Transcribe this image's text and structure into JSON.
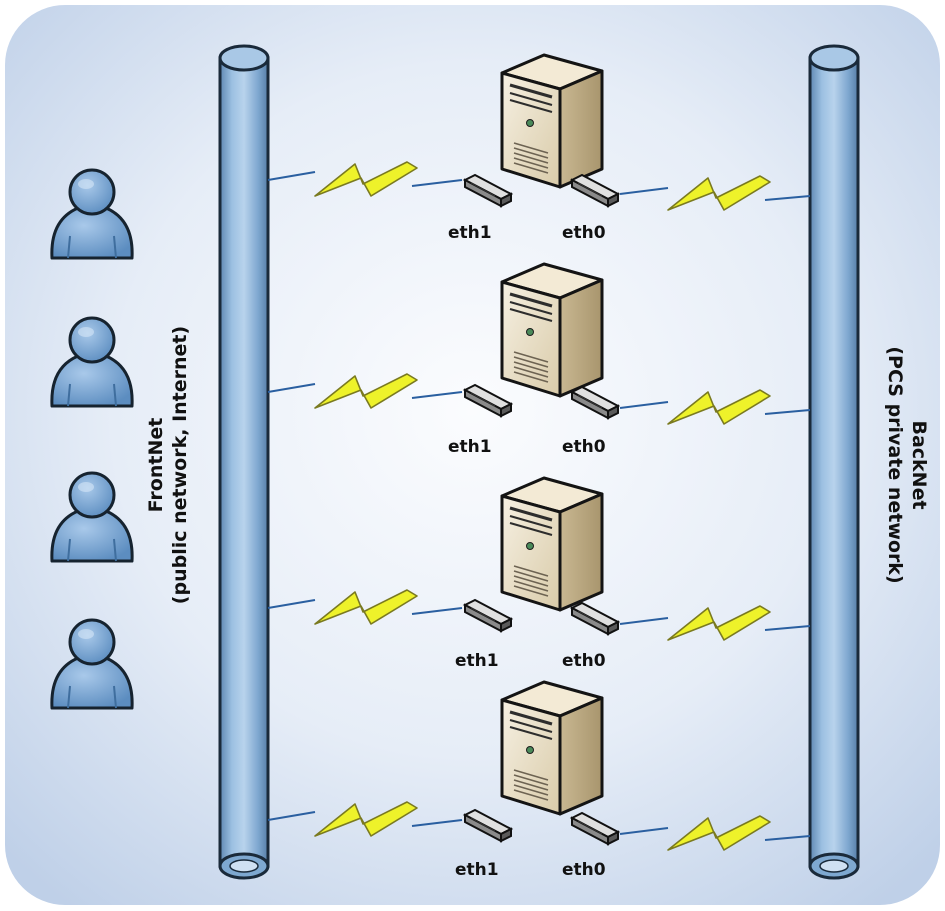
{
  "frontnet": {
    "label_line1": "FrontNet",
    "label_line2": "(public network, Internet)"
  },
  "backnet": {
    "label_line1": "BackNet",
    "label_line2": "(PCS private network)"
  },
  "servers": [
    {
      "nic_left": "eth1",
      "nic_right": "eth0"
    },
    {
      "nic_left": "eth1",
      "nic_right": "eth0"
    },
    {
      "nic_left": "eth1",
      "nic_right": "eth0"
    },
    {
      "nic_left": "eth1",
      "nic_right": "eth0"
    }
  ],
  "users": [
    {
      "icon": "user-icon"
    },
    {
      "icon": "user-icon"
    },
    {
      "icon": "user-icon"
    },
    {
      "icon": "user-icon"
    }
  ],
  "colors": {
    "background_outer": "#ffffff",
    "panel_center": "#f7f9fd",
    "panel_edge": "#c5d4ea",
    "pipe": "#8fb4d9",
    "pipe_outline": "#1a2a3a",
    "user": "#6f9fd0",
    "lightning": "#eef22a",
    "server_body": "#e9dfc6",
    "link_line": "#2a5fa0"
  }
}
